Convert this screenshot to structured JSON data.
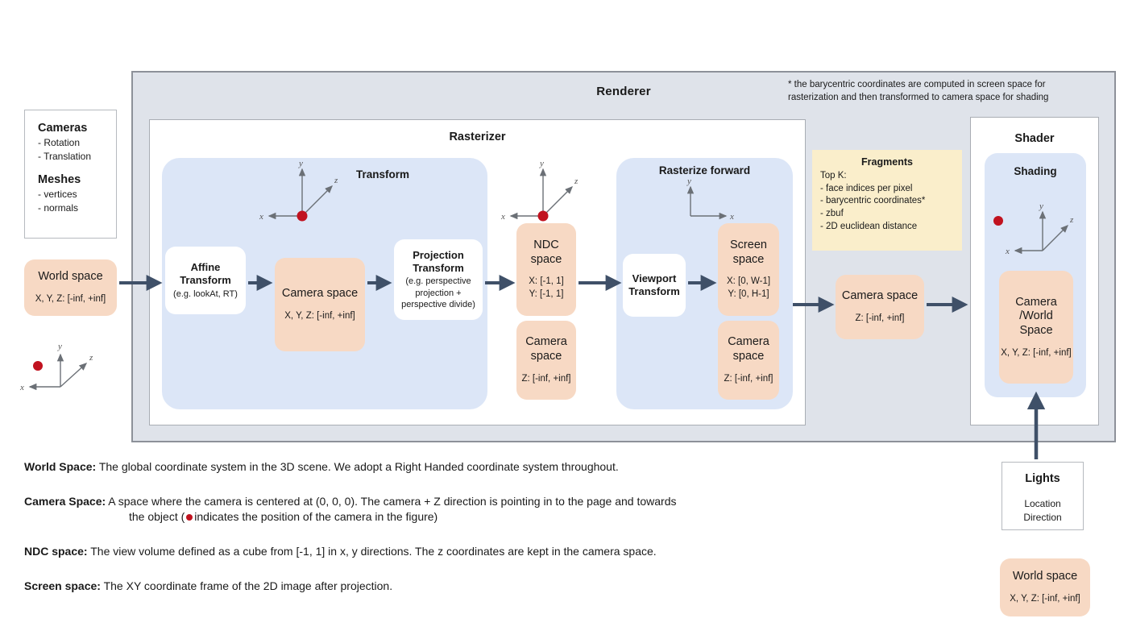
{
  "renderer": {
    "title": "Renderer",
    "footnote": "* the barycentric coordinates are computed in screen space for rasterization and then transformed to camera space for shading"
  },
  "inputs": {
    "cameras_heading": "Cameras",
    "cameras_items": [
      "- Rotation",
      "- Translation"
    ],
    "meshes_heading": "Meshes",
    "meshes_items": [
      "- vertices",
      "- normals"
    ],
    "world_space": {
      "title": "World space",
      "range": "X, Y, Z: [-inf, +inf]"
    }
  },
  "rasterizer": {
    "title": "Rasterizer",
    "transform": {
      "title": "Transform",
      "affine": {
        "title_line1": "Affine",
        "title_line2": "Transform",
        "sub": "(e.g. lookAt, RT)"
      },
      "camera_space": {
        "title": "Camera space",
        "range": "X, Y, Z: [-inf, +inf]"
      },
      "projection": {
        "title_line1": "Projection",
        "title_line2": "Transform",
        "sub_line1": "(e.g. perspective",
        "sub_line2": "projection +",
        "sub_line3": "perspective divide)"
      },
      "ndc_space": {
        "title_line1": "NDC",
        "title_line2": "space",
        "range_x": "X: [-1, 1]",
        "range_y": "Y: [-1, 1]"
      },
      "camera_space_z": {
        "title_line1": "Camera",
        "title_line2": "space",
        "range": "Z: [-inf, +inf]"
      }
    },
    "rasterize_forward": {
      "title": "Rasterize forward",
      "viewport": {
        "title_line1": "Viewport",
        "title_line2": "Transform"
      },
      "screen_space": {
        "title_line1": "Screen",
        "title_line2": "space",
        "range_x": "X: [0, W-1]",
        "range_y": "Y: [0,  H-1]"
      },
      "camera_space_z": {
        "title_line1": "Camera",
        "title_line2": "space",
        "range": "Z: [-inf, +inf]"
      }
    }
  },
  "fragments": {
    "title": "Fragments",
    "lead": "Top K:",
    "items": [
      "- face indices per pixel",
      "- barycentric coordinates*",
      "- zbuf",
      "- 2D euclidean distance"
    ]
  },
  "mid_camera_space": {
    "title": "Camera space",
    "range": "Z: [-inf, +inf]"
  },
  "shader": {
    "title": "Shader",
    "shading_title": "Shading",
    "camera_world": {
      "title_line1": "Camera",
      "title_line2": "/World",
      "title_line3": "Space",
      "range": "X, Y, Z: [-inf, +inf]"
    }
  },
  "lights": {
    "title": "Lights",
    "items_line1": "Location",
    "items_line2": "Direction"
  },
  "lights_world_space": {
    "title": "World space",
    "range": "X, Y, Z: [-inf, +inf]"
  },
  "axis_labels": {
    "x": "x",
    "y": "y",
    "z": "z"
  },
  "legend": [
    {
      "term": "World Space:",
      "text": "The global coordinate system in the 3D scene. We adopt a Right Handed coordinate system throughout."
    },
    {
      "term": "Camera Space:",
      "text": "A space where the camera is centered at (0, 0, 0). The camera + Z direction is pointing in to the page and towards",
      "text2_before": "the object (",
      "text2_after": "indicates the position of the camera in the figure)"
    },
    {
      "term": "NDC space:",
      "text": "The view volume defined as a cube from [-1, 1] in x, y directions. The z coordinates are kept in the camera space."
    },
    {
      "term": "Screen space:",
      "text": "The XY coordinate frame of the 2D image after projection."
    }
  ],
  "colors": {
    "panel_bg": "#dfe3ea",
    "panel_border": "#8d9199",
    "blue_group": "#dce6f7",
    "peach": "#f7d9c4",
    "fragments_yellow": "#faeecb",
    "arrow": "#3f5068",
    "camera_dot": "#c1121f",
    "axis": "#6b7076"
  }
}
